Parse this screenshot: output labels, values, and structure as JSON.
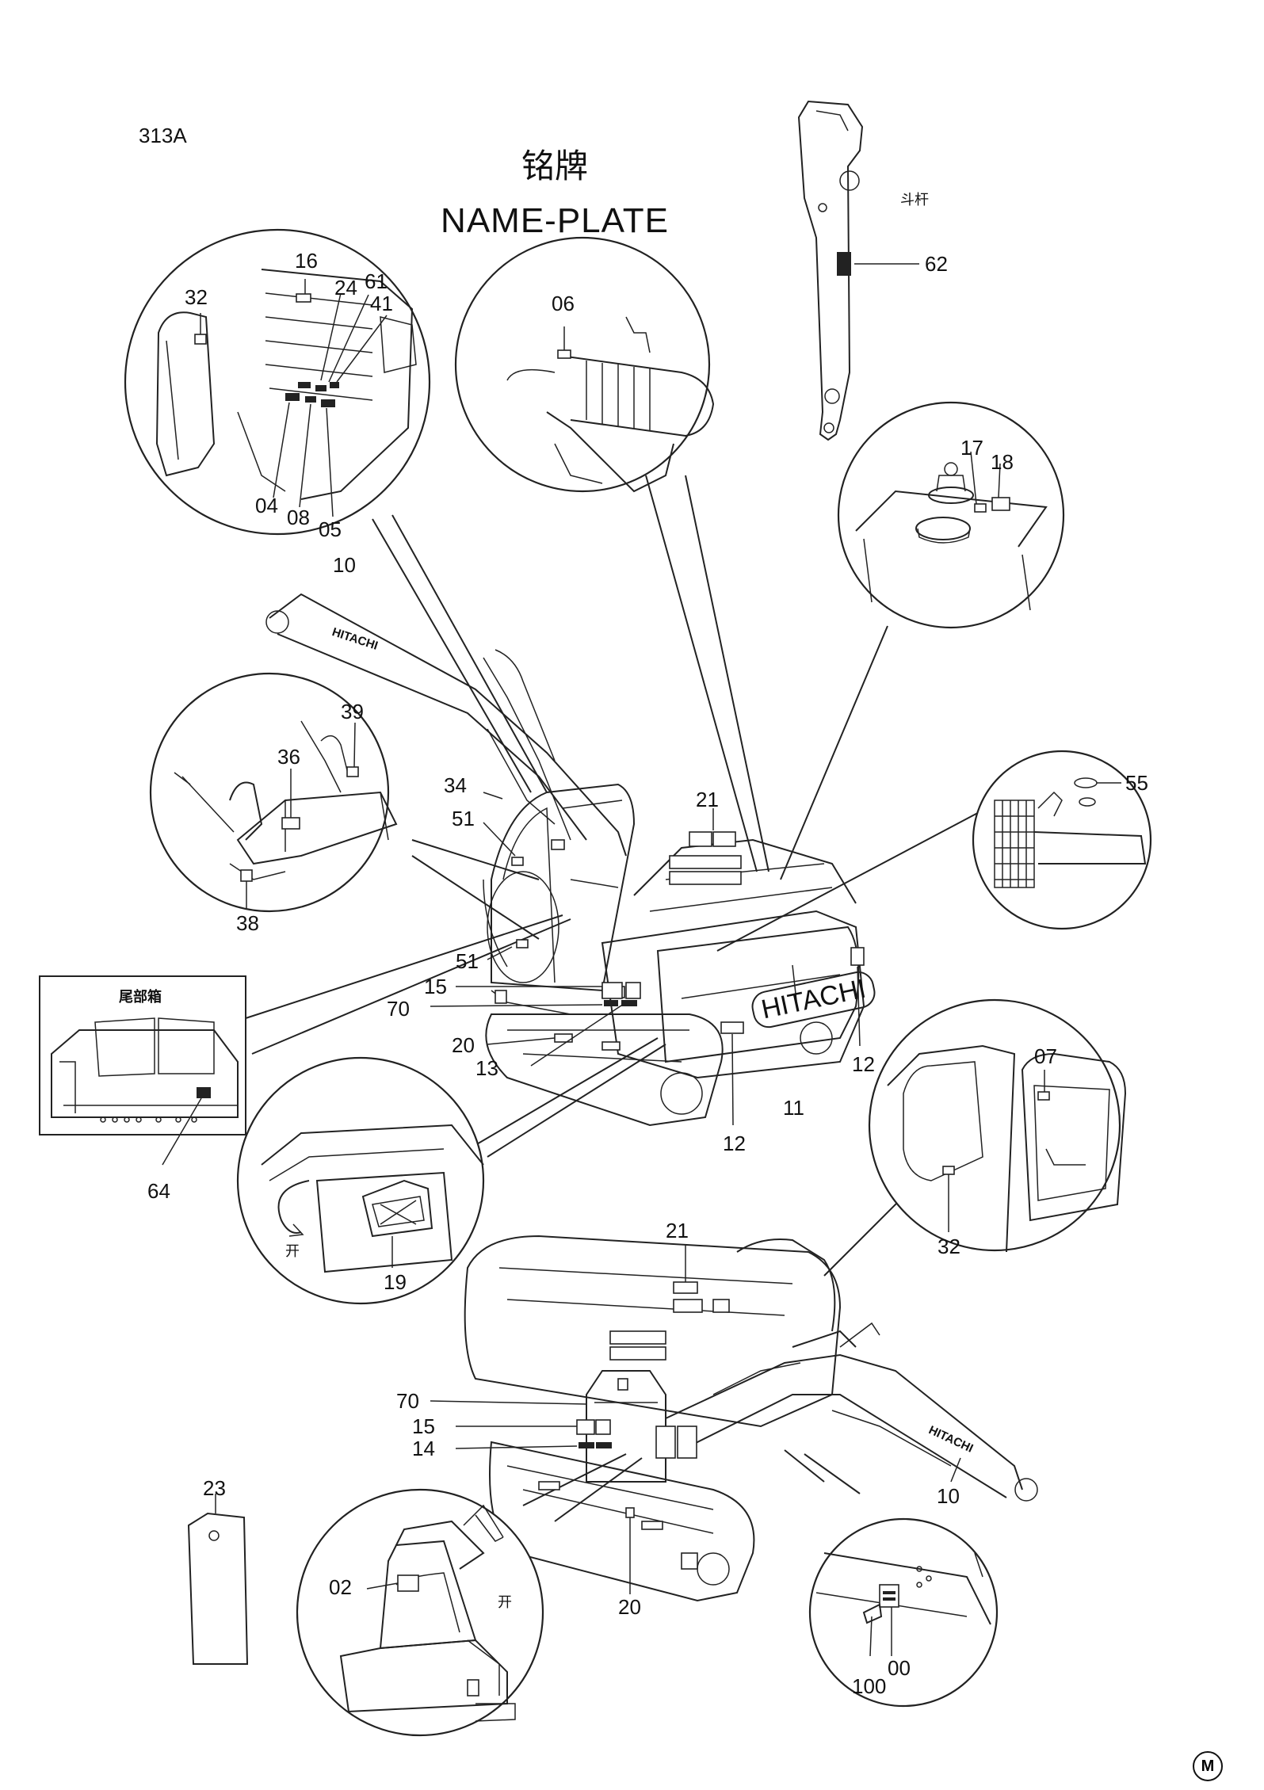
{
  "header": {
    "ref_code": "313A",
    "title_zh": "铭牌",
    "title_en": "NAME-PLATE"
  },
  "inset_labels": {
    "arm": "斗杆",
    "tail_box": "尾部箱",
    "open_1": "开",
    "open_2": "开"
  },
  "brand_marks": {
    "boom_top": "HITACHI",
    "counterweight": "HITACHI",
    "boom_lower": "HITACHI"
  },
  "logo_mark": "M",
  "callouts": {
    "c32a": "32",
    "c16": "16",
    "c24": "24",
    "c61": "61",
    "c41": "41",
    "c04": "04",
    "c08": "08",
    "c05": "05",
    "c06": "06",
    "c62": "62",
    "c17": "17",
    "c18": "18",
    "c10a": "10",
    "c39": "39",
    "c36": "36",
    "c38": "38",
    "c34": "34",
    "c51a": "51",
    "c21a": "21",
    "c55": "55",
    "c51b": "51",
    "c15a": "15",
    "c70a": "70",
    "c20a": "20",
    "c13": "13",
    "c12a": "12",
    "c11": "11",
    "c12b": "12",
    "c64": "64",
    "c07": "07",
    "c19": "19",
    "c21b": "21",
    "c32b": "32",
    "c70b": "70",
    "c15b": "15",
    "c14": "14",
    "c23": "23",
    "c10b": "10",
    "c02": "02",
    "c20b": "20",
    "c00": "00",
    "c100": "100"
  }
}
